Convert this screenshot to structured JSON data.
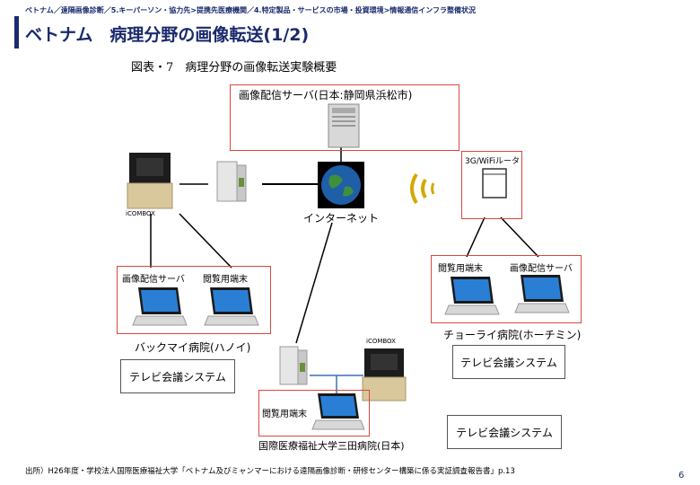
{
  "header": {
    "breadcrumb": "ベトナム／遠隔画像診断／5.キーパーソン・協力先>提携先医療機関／4.特定製品・サービスの市場・投資環境>情報通信インフラ整備状況",
    "title": "ベトナム　病理分野の画像転送(1/2)"
  },
  "figure": {
    "caption": "図表・7　病理分野の画像転送実験概要",
    "server_japan_label": "画像配信サーバ(日本:静岡県浜松市)",
    "internet_label": "インターネット",
    "router_label": "3G/WiFiルータ",
    "icombox_label_left": "iCOMBOX",
    "icombox_label_japan": "iCOMBOX",
    "hanoi": {
      "server_label": "画像配信サーバ",
      "viewer_label": "閲覧用端末",
      "hospital_label": "バックマイ病院(ハノイ)",
      "tv_system": "テレビ会議システム"
    },
    "hcmc": {
      "viewer_label": "閲覧用端末",
      "server_label": "画像配信サーバ",
      "hospital_label": "チョーライ病院(ホーチミン)",
      "tv_system": "テレビ会議システム"
    },
    "japan_hospital": {
      "viewer_label": "閲覧用端末",
      "hospital_label": "国際医療福祉大学三田病院(日本)",
      "tv_system": "テレビ会議システム"
    }
  },
  "footer": {
    "source": "出所）H26年度・学校法人国際医療福祉大学「ベトナム及びミャンマーにおける遠隔画像診断・研修センター構築に係る実証調査報告書」p.13",
    "page_number": "6"
  },
  "colors": {
    "accent": "#1a2a6c",
    "box_red": "#d9473f"
  }
}
